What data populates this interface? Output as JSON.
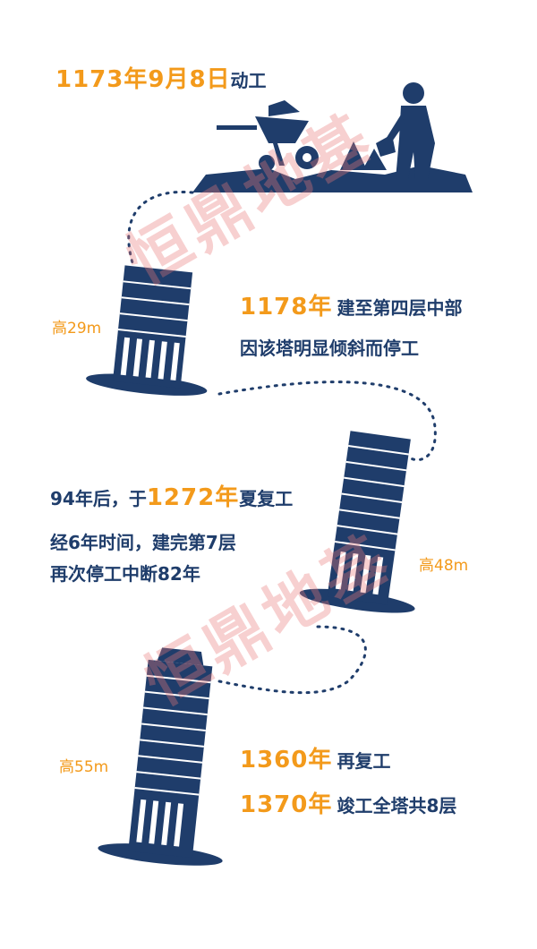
{
  "colors": {
    "accent": "#f39a1b",
    "primary": "#1f3d6b",
    "watermark": "#e8a0a0"
  },
  "icons": [
    "construction-icon",
    "tower-icon"
  ],
  "start": {
    "date": "1173年9月8日",
    "action": "动工"
  },
  "stage1": {
    "height": "高29m",
    "year": "1178年",
    "line1": "建至第四层中部",
    "line2": "因该塔明显倾斜而停工"
  },
  "stage2": {
    "height": "高48m",
    "prefix": "94年后，于",
    "year": "1272年",
    "suffix": "夏复工",
    "line2": "经6年时间，建完第7层",
    "line3": "再次停工中断82年"
  },
  "stage3": {
    "height": "高55m",
    "year1": "1360年",
    "text1": "再复工",
    "year2": "1370年",
    "text2": "竣工全塔共8层"
  },
  "watermark": "恒鼎地基"
}
